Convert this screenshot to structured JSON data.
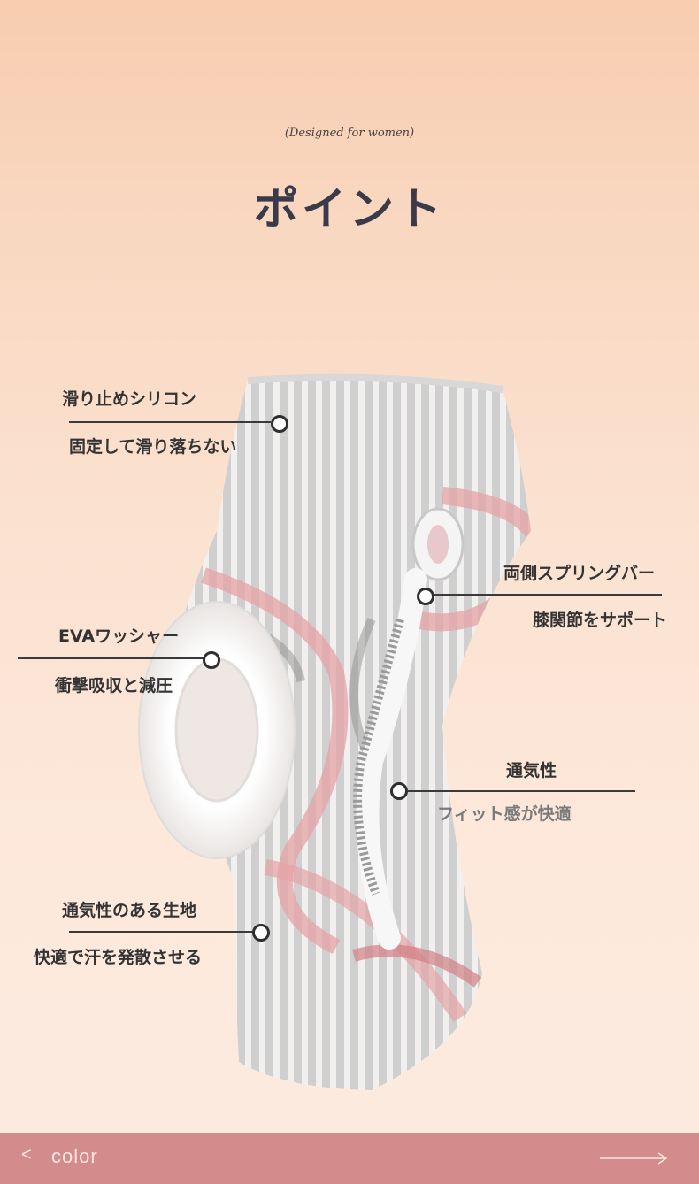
{
  "header": {
    "tagline": "(Designed for women)",
    "title": "ポイント"
  },
  "features": [
    {
      "line1": "滑り止めシリコン",
      "line2": "固定して滑り落ちない"
    },
    {
      "line1": "EVAワッシャー",
      "line2": "衝撃吸収と減圧"
    },
    {
      "line1": "両側スプリングバー",
      "line2": "膝関節をサポート"
    },
    {
      "line1": "通気性",
      "line2": "フィット感が快適"
    },
    {
      "line1": "通気性のある生地",
      "line2": "快適で汗を発散させる"
    }
  ],
  "footer": {
    "prev_symbol": "<",
    "color_label": "color"
  },
  "colors": {
    "footer_bg": "#d48b8c",
    "accent_pink": "#e59a9c",
    "sleeve_gray": "#d9d9d9"
  }
}
